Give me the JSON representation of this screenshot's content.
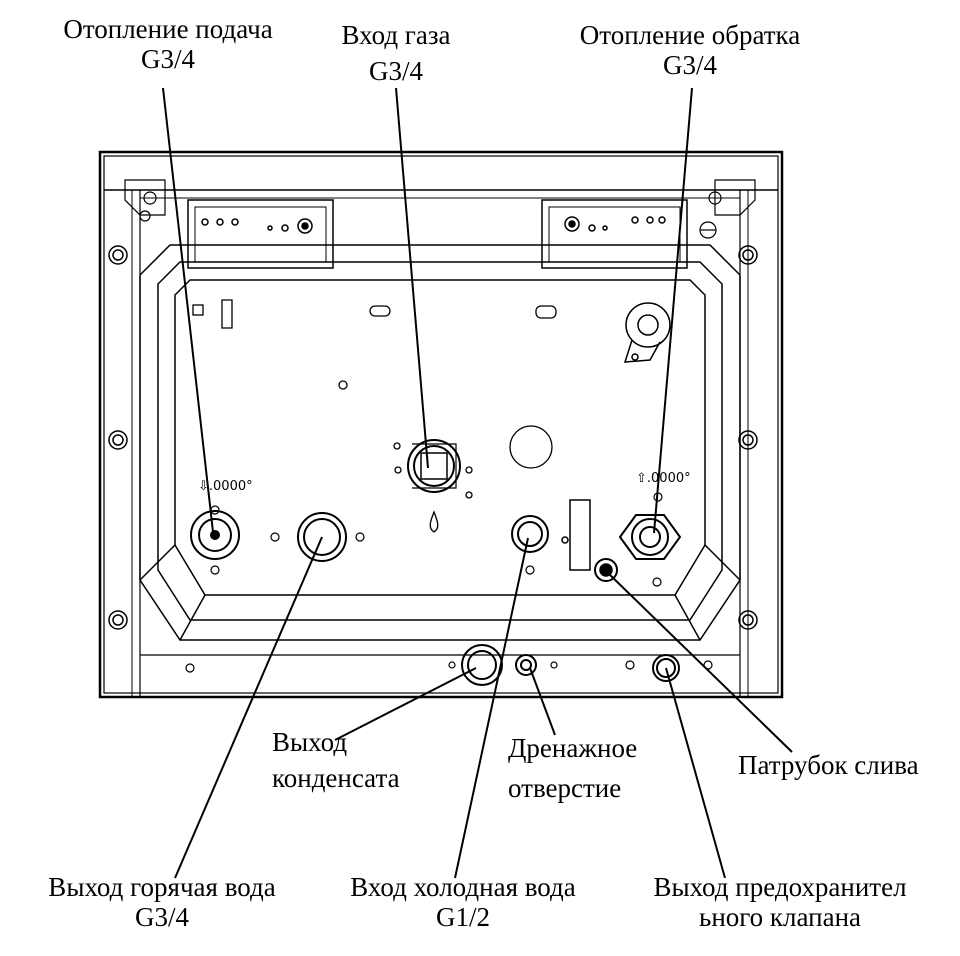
{
  "labels": {
    "heating_supply": {
      "line1": "Отопление подача",
      "line2": "G3/4"
    },
    "gas_inlet": {
      "line1": "Вход газа",
      "line2": "G3/4"
    },
    "heating_return": {
      "line1": "Отопление обратка",
      "line2": "G3/4"
    },
    "condensate_outlet": {
      "line1": "Выход",
      "line2": "конденсата"
    },
    "drain_hole": {
      "line1": "Дренажное",
      "line2": "отверстие"
    },
    "drain_pipe": {
      "line1": "Патрубок слива"
    },
    "hot_water_outlet": {
      "line1": "Выход горячая вода",
      "line2": "G3/4"
    },
    "cold_water_inlet": {
      "line1": "Вход холодная вода",
      "line2": "G1/2"
    },
    "safety_valve_outlet": {
      "line1": "Выход предохранител",
      "line2": "ьного клапана"
    }
  },
  "symbols": {
    "heating_supply_mark": "⇩.0000°",
    "heating_return_mark": "⇧.0000°"
  },
  "colors": {
    "stroke": "#000000",
    "background": "#ffffff"
  }
}
